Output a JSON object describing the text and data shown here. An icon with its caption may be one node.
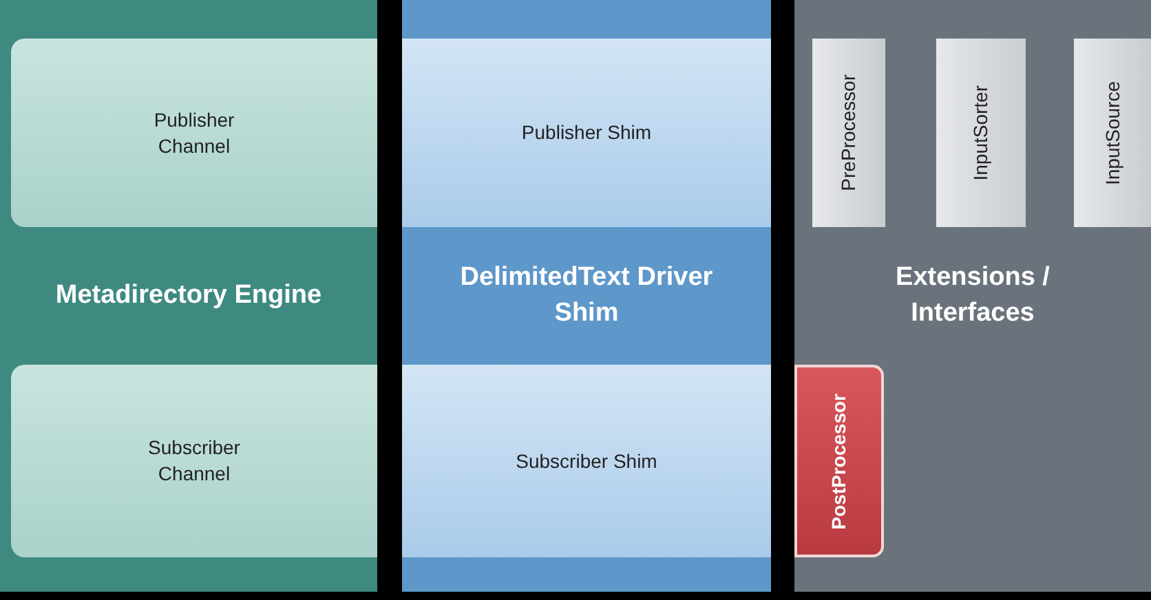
{
  "diagram": {
    "nodes": [
      {
        "text": [
          "Metadirectory Engine"
        ]
      },
      {
        "text": [
          "Publisher Channel"
        ],
        "in": 0
      },
      {
        "text": [
          "Subscriber Channel"
        ],
        "in": 0
      },
      {
        "text": [
          "DelimitedText Driver Shim"
        ]
      },
      {
        "text": [
          "Publisher Shim"
        ],
        "in": 3
      },
      {
        "text": [
          "Subscriber Shim"
        ],
        "in": 3
      },
      {
        "text": [
          "Extensions / Interfaces"
        ]
      },
      {
        "text": [
          "PreProcessor"
        ],
        "in": 6
      },
      {
        "text": [
          "InputSorter"
        ],
        "in": 6
      },
      {
        "text": [
          "InputSource"
        ],
        "in": 6
      },
      {
        "text": [
          "PostProcessor"
        ],
        "in": 6
      }
    ]
  }
}
